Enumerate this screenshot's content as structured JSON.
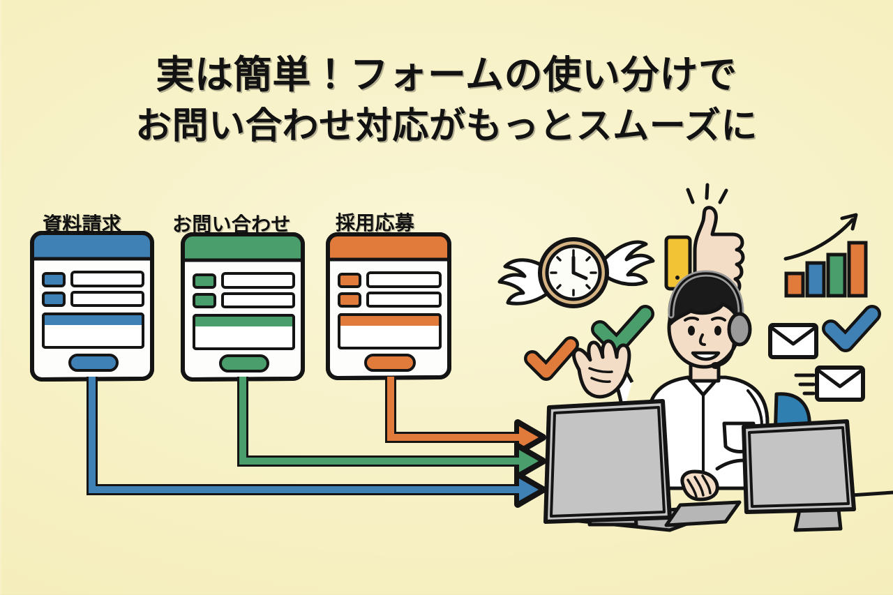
{
  "page": {
    "kind": "japanese-infographic-banner",
    "background_color": "#f7f1c6",
    "ink_color": "#111111"
  },
  "title": {
    "line1": "実は簡単！フォームの使い分けで",
    "line2": "お問い合わせ対応がもっとスムーズに"
  },
  "forms": [
    {
      "caption": "資料請求",
      "color": "#3f80b5",
      "accent_name": "blue",
      "button_label": "",
      "fields": 2
    },
    {
      "caption": "お問い合わせ",
      "color": "#4a9e6b",
      "accent_name": "green",
      "button_label": "",
      "fields": 2
    },
    {
      "caption": "採用応募",
      "color": "#e07b3c",
      "accent_name": "orange",
      "button_label": "",
      "fields": 2
    }
  ],
  "arrows": [
    {
      "from": "採用応募",
      "color": "#e07b3c",
      "name": "orange-routing-arrow"
    },
    {
      "from": "お問い合わせ",
      "color": "#4a9e6b",
      "name": "green-routing-arrow"
    },
    {
      "from": "資料請求",
      "color": "#3f80b5",
      "name": "blue-routing-arrow"
    }
  ],
  "decorations": [
    {
      "name": "winged-clock-icon",
      "label": "flying clock",
      "color": "#c9a36a"
    },
    {
      "name": "thumbs-up-icon",
      "label": "thumbs up",
      "color": "#f2c335"
    },
    {
      "name": "check-green-icon",
      "label": "check mark",
      "color": "#4a9e6b"
    },
    {
      "name": "check-orange-icon",
      "label": "check mark",
      "color": "#e07b3c"
    },
    {
      "name": "check-blue-icon",
      "label": "check mark",
      "color": "#3f80b5"
    },
    {
      "name": "growth-bar-chart-icon",
      "label": "rising bar chart",
      "color": "#111111"
    },
    {
      "name": "envelope-icon",
      "label": "mail envelope",
      "color": "#ffffff"
    },
    {
      "name": "envelope-sending-icon",
      "label": "mail envelope sending",
      "color": "#ffffff"
    }
  ],
  "operator": {
    "name": "call-center-operator",
    "description": "headset operator at two monitors",
    "shirt_color": "#ffffff",
    "hair_color": "#1a1a1a",
    "skin_color": "#f4ddc6",
    "chair_color": "#2f7fb0",
    "monitor_color": "#c4c4c4"
  },
  "chart_data": {
    "type": "bar",
    "title": "",
    "categories": [
      "1",
      "2",
      "3",
      "4"
    ],
    "values": [
      1,
      2,
      3,
      4
    ],
    "colors": [
      "#e07b3c",
      "#3f80b5",
      "#4a9e6b",
      "#e07b3c"
    ],
    "xlabel": "",
    "ylabel": "",
    "ylim": [
      0,
      4
    ],
    "grid": false,
    "annotations": [
      "rising trend arrow"
    ]
  }
}
